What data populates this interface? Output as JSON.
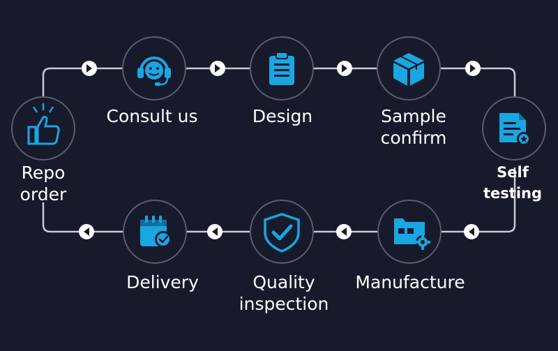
{
  "colors": {
    "background": "#171a2b",
    "icon_blue": "#19a6e3",
    "icon_dark": "#171a2b",
    "line": "#c9cbd3",
    "circle_stroke": "#5a5d6b",
    "text": "#ffffff"
  },
  "steps": [
    {
      "id": "repo-order",
      "label": "Repo\norder",
      "icon": "thumbs-up-icon"
    },
    {
      "id": "consult-us",
      "label": "Consult us",
      "icon": "customer-service-headset-icon"
    },
    {
      "id": "design",
      "label": "Design",
      "icon": "clipboard-icon"
    },
    {
      "id": "sample-confirm",
      "label": "Sample\nconfirm",
      "icon": "box-icon"
    },
    {
      "id": "self-testing",
      "label": "Self\ntesting",
      "icon": "certificate-document-icon"
    },
    {
      "id": "manufacture",
      "label": "Manufacture",
      "icon": "factory-gear-icon"
    },
    {
      "id": "quality-inspection",
      "label": "Quality\ninspection",
      "icon": "shield-check-icon"
    },
    {
      "id": "delivery",
      "label": "Delivery",
      "icon": "calendar-check-icon"
    }
  ],
  "arrow_icon": "chevron-arrow-icon"
}
